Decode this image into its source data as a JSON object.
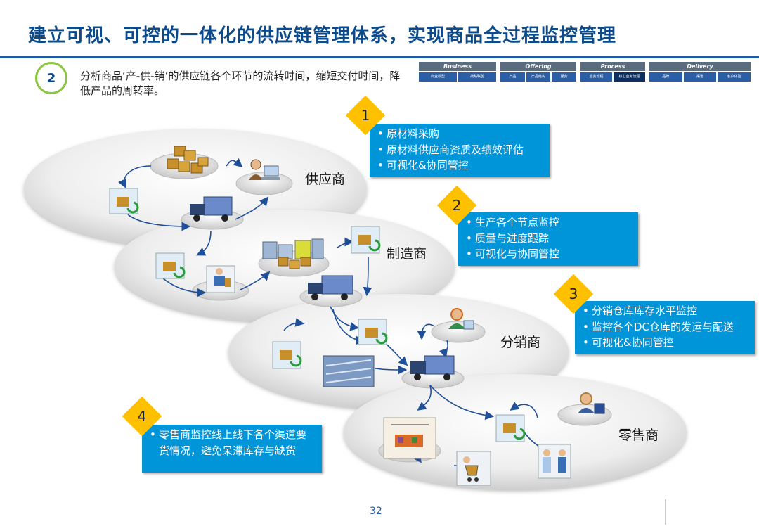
{
  "title": "建立可视、可控的一体化的供应链管理体系，实现商品全过程监控管理",
  "intro": {
    "number": "2",
    "text": "分析商品‘产-供-销’的供应链各个环节的流转时间，缩短交付时间，降低产品的周转率。"
  },
  "nav": {
    "groups": [
      {
        "label": "Business",
        "items": [
          "商业模型",
          "战略联盟"
        ]
      },
      {
        "label": "Offering",
        "items": [
          "产品",
          "产品结构",
          "服务"
        ]
      },
      {
        "label": "Process",
        "items": [
          "业务流程",
          "核心业务流程"
        ]
      },
      {
        "label": "Delivery",
        "items": [
          "品牌",
          "渠道",
          "客户体验"
        ]
      }
    ],
    "active_item": "核心业务流程"
  },
  "layers": [
    {
      "label": "供应商"
    },
    {
      "label": "制造商"
    },
    {
      "label": "分销商"
    },
    {
      "label": "零售商"
    }
  ],
  "callouts": [
    {
      "number": "1",
      "items": [
        "原材料采购",
        "原材料供应商资质及绩效评估",
        "可视化&协同管控"
      ]
    },
    {
      "number": "2",
      "items": [
        "生产各个节点监控",
        "质量与进度跟踪",
        "可视化与协同管控"
      ]
    },
    {
      "number": "3",
      "items": [
        "分销仓库库存水平监控",
        "监控各个DC仓库的发运与配送",
        "可视化&协同管控"
      ]
    },
    {
      "number": "4",
      "items": [
        "零售商监控线上线下各个渠道要货情况，避免呆滞库存与缺货"
      ]
    }
  ],
  "page_number": "32",
  "colors": {
    "title": "#0d4a8a",
    "accent": "#0095d9",
    "diamond": "#ffc000",
    "circle_border": "#8cc63f",
    "arrow": "#1f4f99"
  }
}
